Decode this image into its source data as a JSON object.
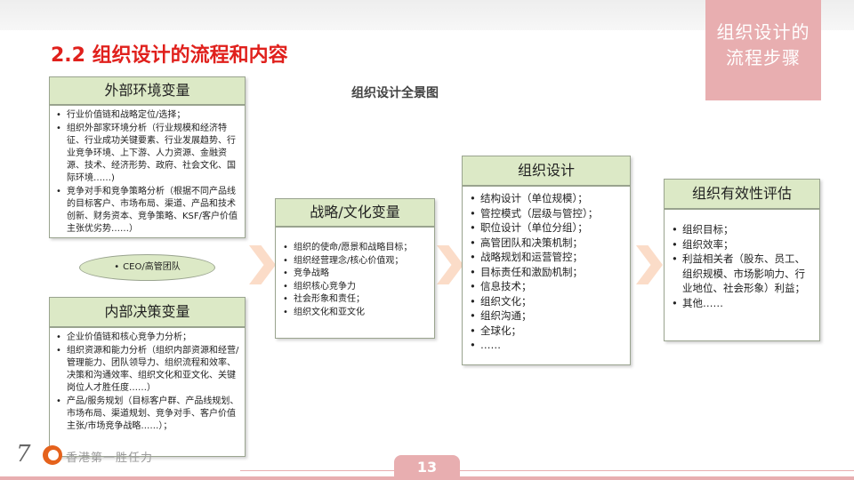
{
  "page": {
    "title": "2.2 组织设计的流程和内容",
    "section_tag": [
      "组织设计的",
      "流程步骤"
    ],
    "diagram_title": "组织设计全景图",
    "page_number": "13"
  },
  "external": {
    "heading": "外部环境变量",
    "items": [
      "行业价值链和战略定位/选择；",
      "组织外部家环境分析（行业规模和经济特征、行业成功关键要素、行业发展趋势、行业竞争环境、上下游、人力资源、金融资源、技术、经济形势、政府、社会文化、国际环境……)",
      "竞争对手和竞争策略分析（根据不同产品线的目标客户、市场布局、渠道、产品和技术创新、财务资本、竞争策略、KSF/客户价值主张优劣势……）"
    ]
  },
  "ceo": {
    "label": "CEO/高管团队"
  },
  "internal": {
    "heading": "内部决策变量",
    "items": [
      "企业价值链和核心竞争力分析；",
      "组织资源和能力分析（组织内部资源和经营/管理能力、团队领导力、组织流程和效率、决策和沟通效率、组织文化和亚文化、关键岗位人才胜任度……）",
      "产品/服务规划（目标客户群、产品线规划、市场布局、渠道规划、竞争对手、客户价值主张/市场竞争战略……）；"
    ]
  },
  "strategy": {
    "heading": "战略/文化变量",
    "items": [
      "组织的使命/愿景和战略目标；",
      "组织经营理念/核心价值观；",
      "竞争战略",
      "组织核心竞争力",
      "社会形象和责任；",
      "组织文化和亚文化"
    ]
  },
  "design": {
    "heading": "组织设计",
    "items": [
      "结构设计（单位规模）；",
      "管控模式（层级与管控）；",
      "职位设计（单位分组）；",
      "高管团队和决策机制；",
      "战略规划和运营管控；",
      "目标责任和激励机制；",
      "信息技术；",
      "组织文化；",
      "组织沟通；",
      "全球化；",
      "……"
    ]
  },
  "evaluation": {
    "heading": "组织有效性评估",
    "items": [
      "组织目标；",
      "组织效率；",
      "利益相关者（股东、员工、组织规模、市场影响力、行业地位、社会形象）利益；",
      "其他……"
    ]
  },
  "logo": {
    "number": "7",
    "text": "香港第一胜任力"
  },
  "colors": {
    "title_red": "#e0201c",
    "tag_pink": "#e8aeb0",
    "header_green": "#dce9c6",
    "arrow_peach": "#fbdcc8",
    "logo_orange": "#e5621c"
  }
}
